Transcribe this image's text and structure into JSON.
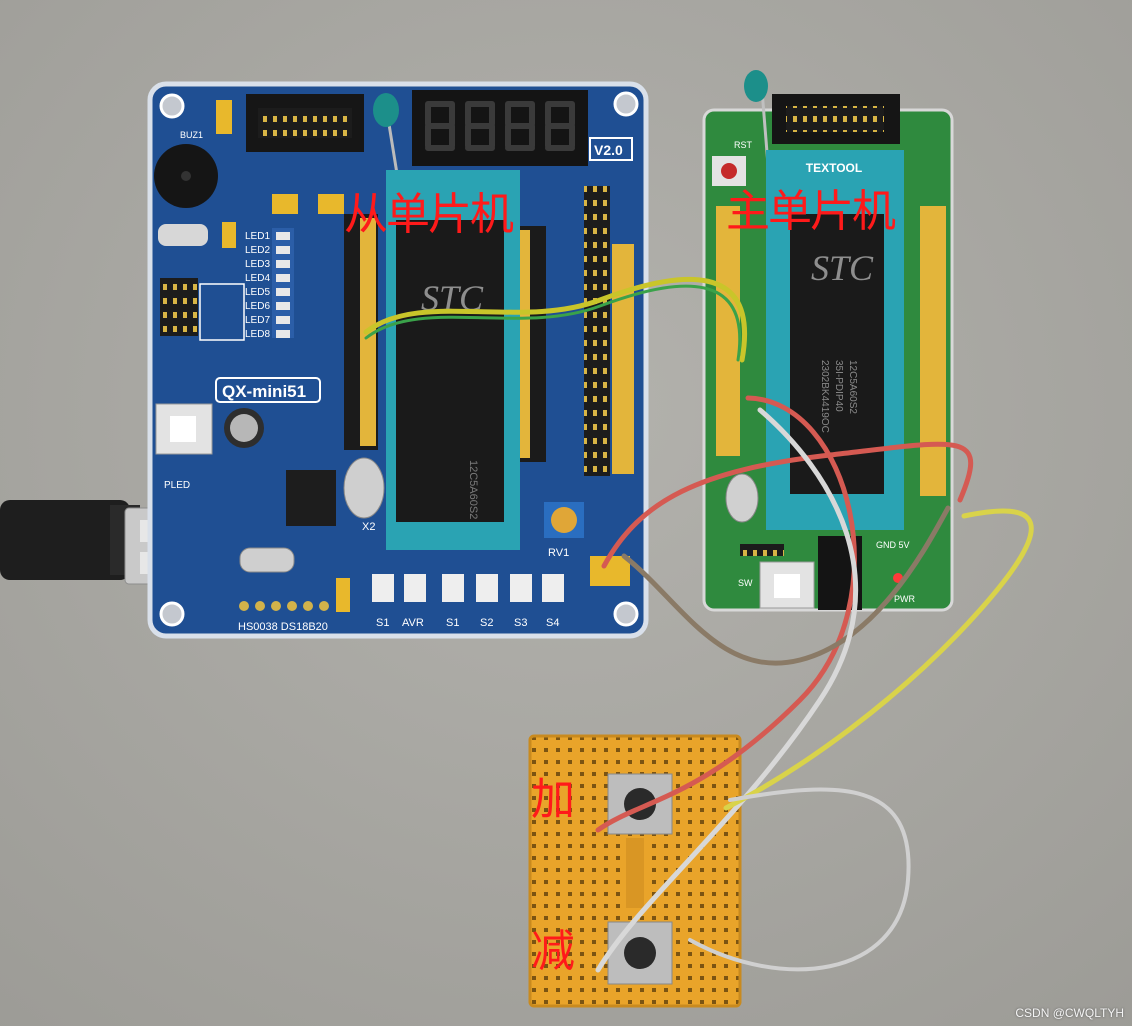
{
  "overlay": {
    "slave_label": "从单片机",
    "master_label": "主单片机",
    "plus_label": "加",
    "minus_label": "减"
  },
  "silkscreen": {
    "board_name": "QX-mini51",
    "version": "V2.0",
    "chip_brand_left": "STC",
    "chip_brand_right": "STC",
    "chip_model": "12C5A60S2",
    "chip_package": "35I-PDIP40",
    "chip_code": "2302BK4419OC",
    "socket_brand": "TEXTOOL",
    "bottom_label": "HS0038 DS18B20",
    "key_labels": [
      "S1",
      "AVR",
      "S1",
      "S2",
      "S3",
      "S4"
    ],
    "led_labels": [
      "LED1",
      "LED2",
      "LED3",
      "LED4",
      "LED5",
      "LED6",
      "LED7",
      "LED8"
    ],
    "crystal_label": "X2",
    "pot_label": "RV1",
    "pled_label": "PLED",
    "buzzer_label": "BUZ1",
    "master_rst": "RST",
    "master_sw": "SW",
    "master_pwr": "PWR",
    "master_gnd": "GND 5V"
  },
  "watermark": "CSDN @CWQLTYH",
  "colors": {
    "background": "#a9a8a3",
    "blue_board": "#1f4f93",
    "green_board": "#2f8a3e",
    "breadboard": "#e8a52b",
    "label_red": "#ff1a1a"
  }
}
